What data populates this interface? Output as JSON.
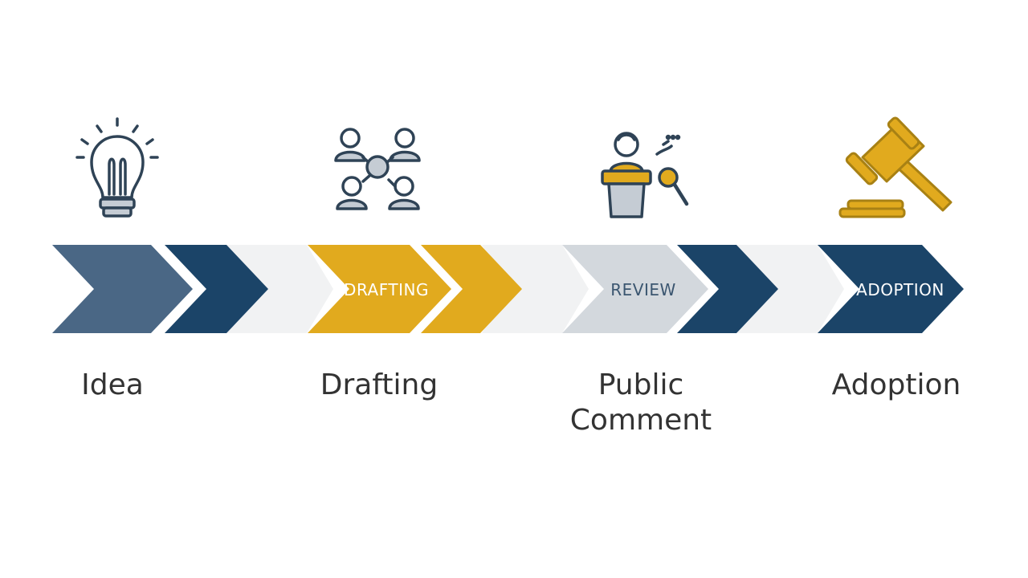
{
  "colors": {
    "slate_blue": "#4a6785",
    "navy": "#1b4468",
    "gold": "#e1aa1e",
    "light_gray": "#d3d8dd",
    "pale_gray": "#f1f2f3",
    "icon_stroke": "#2f4356",
    "icon_fill_gray": "#c5ccd4",
    "label_text": "#333333"
  },
  "stages": [
    {
      "id": "idea",
      "label": "Idea",
      "icon": "lightbulb-icon"
    },
    {
      "id": "drafting",
      "label": "Drafting",
      "icon": "collaboration-people-icon",
      "chevron_text": "DRAFTING"
    },
    {
      "id": "public-comment",
      "label_line1": "Public",
      "label_line2": "Comment",
      "icon": "speaker-podium-icon",
      "chevron_text": "REVIEW"
    },
    {
      "id": "adoption",
      "label": "Adoption",
      "icon": "gavel-icon",
      "chevron_text": "ADOPTION"
    }
  ]
}
